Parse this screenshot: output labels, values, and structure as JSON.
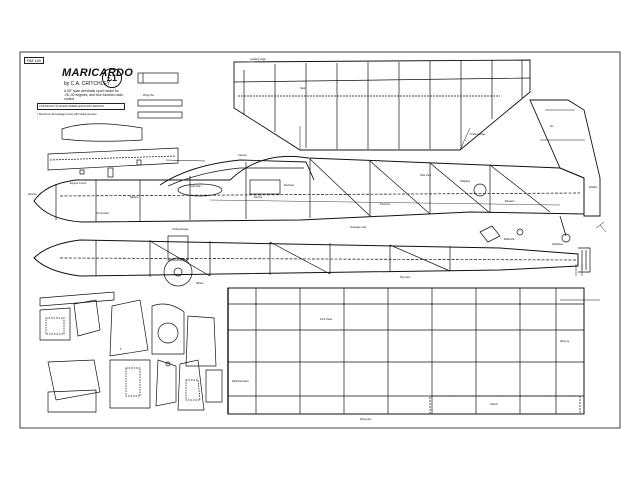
{
  "plan": {
    "code": "RM 140",
    "title": "MARICARDO",
    "byline": "by C.A. CRITCHLEY",
    "description": "A 50\" span aerobatic sport model for .25-.40 engines, and four function radio control",
    "price": "£1",
    "copyright": "COPYRIGHT OF RADIO MODELLER PLANS SERVICE",
    "general_note": "* Reinforce all fuselage joints with balsa gussets"
  },
  "labels": {
    "wing_ribs": "Wing ribs",
    "spar": "Spar",
    "trailing_edge": "Trailing edge",
    "leading_edge": "Leading edge",
    "spinner": "Spinner",
    "engine_mount": "Engine mount",
    "firewall": "Ply firewall",
    "tank": "Fuel tank",
    "servos": "Servos",
    "battery": "Battery",
    "receiver": "Receiver",
    "canopy": "Canopy",
    "fin": "Fin",
    "rudder": "Rudder",
    "tailplane": "Tailplane",
    "elevator": "Elevator",
    "pushrod": "Pushrod",
    "undercarriage": "Undercarriage",
    "wheel": "Wheel",
    "tailwheel": "Tailwheel",
    "former": "F",
    "aileron": "Aileron",
    "sheet_balsa": "1/16 sheet",
    "wing_tip": "Wing tip",
    "dihedral_brace": "Dihedral brace",
    "bellcrank": "Bellcrank",
    "fuselage_side": "Fuselage side",
    "top_view": "Top view",
    "side_view": "Side view",
    "wing_plan": "Wing plan"
  },
  "colors": {
    "ink": "#111111",
    "paper": "#ffffff"
  }
}
